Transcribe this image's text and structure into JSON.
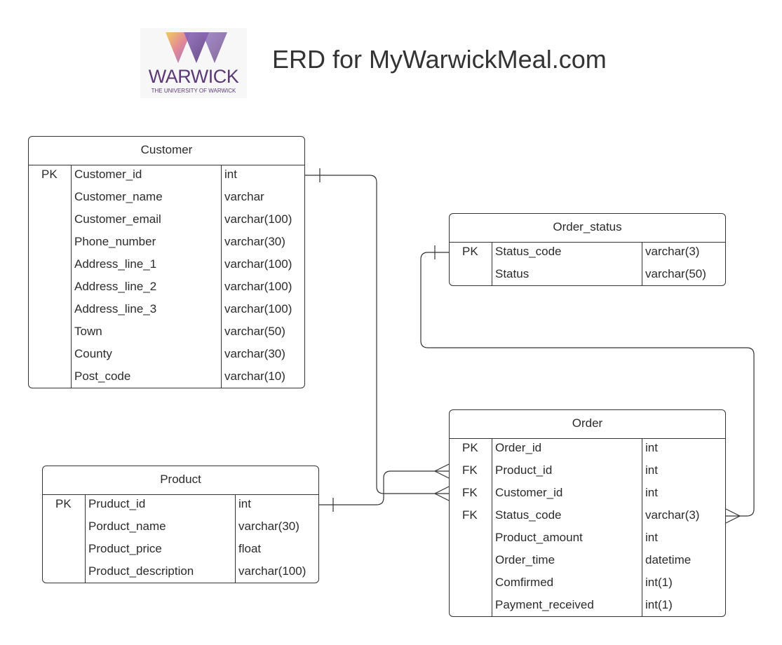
{
  "title": "ERD for MyWarwickMeal.com",
  "logo": {
    "word": "WARWICK",
    "subtitle": "THE UNIVERSITY OF WARWICK",
    "colors": [
      "#f0c84a",
      "#e07c8e",
      "#8e6bbf",
      "#5b3a76"
    ]
  },
  "entities": {
    "customer": {
      "name": "Customer",
      "rows": [
        {
          "key": "PK",
          "field": "Customer_id",
          "type": "int"
        },
        {
          "key": "",
          "field": "Customer_name",
          "type": "varchar"
        },
        {
          "key": "",
          "field": "Customer_email",
          "type": "varchar(100)"
        },
        {
          "key": "",
          "field": "Phone_number",
          "type": "varchar(30)"
        },
        {
          "key": "",
          "field": "Address_line_1",
          "type": "varchar(100)"
        },
        {
          "key": "",
          "field": "Address_line_2",
          "type": "varchar(100)"
        },
        {
          "key": "",
          "field": "Address_line_3",
          "type": "varchar(100)"
        },
        {
          "key": "",
          "field": "Town",
          "type": "varchar(50)"
        },
        {
          "key": "",
          "field": "County",
          "type": "varchar(30)"
        },
        {
          "key": "",
          "field": "Post_code",
          "type": "varchar(10)"
        }
      ]
    },
    "order_status": {
      "name": "Order_status",
      "rows": [
        {
          "key": "PK",
          "field": "Status_code",
          "type": "varchar(3)"
        },
        {
          "key": "",
          "field": "Status",
          "type": "varchar(50)"
        }
      ]
    },
    "product": {
      "name": "Product",
      "rows": [
        {
          "key": "PK",
          "field": "Pruduct_id",
          "type": "int"
        },
        {
          "key": "",
          "field": "Porduct_name",
          "type": "varchar(30)"
        },
        {
          "key": "",
          "field": "Product_price",
          "type": "float"
        },
        {
          "key": "",
          "field": "Product_description",
          "type": "varchar(100)"
        }
      ]
    },
    "order": {
      "name": "Order",
      "rows": [
        {
          "key": "PK",
          "field": "Order_id",
          "type": "int"
        },
        {
          "key": "FK",
          "field": "Product_id",
          "type": "int"
        },
        {
          "key": "FK",
          "field": "Customer_id",
          "type": "int"
        },
        {
          "key": "FK",
          "field": "Status_code",
          "type": "varchar(3)"
        },
        {
          "key": "",
          "field": "Product_amount",
          "type": "int"
        },
        {
          "key": "",
          "field": "Order_time",
          "type": "datetime"
        },
        {
          "key": "",
          "field": "Comfirmed",
          "type": "int(1)"
        },
        {
          "key": "",
          "field": "Payment_received",
          "type": "int(1)"
        }
      ]
    }
  },
  "relationships": [
    {
      "name": "customer-to-order",
      "from": "Customer.Customer_id",
      "to": "Order.Customer_id",
      "cardinality": "one-to-many"
    },
    {
      "name": "product-to-order",
      "from": "Product.Pruduct_id",
      "to": "Order.Product_id",
      "cardinality": "one-to-many"
    },
    {
      "name": "status-to-order",
      "from": "Order_status.Status_code",
      "to": "Order.Status_code",
      "cardinality": "one-to-many"
    }
  ]
}
